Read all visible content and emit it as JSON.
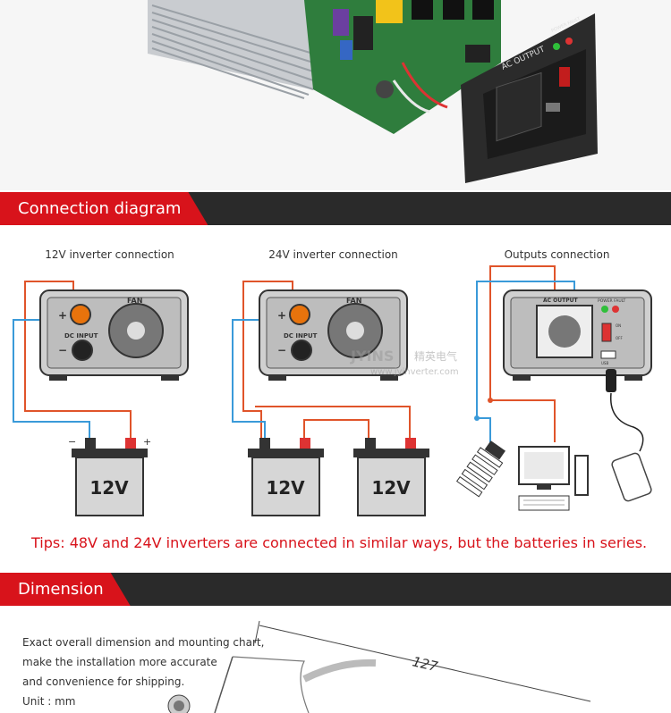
{
  "sections": {
    "connection_title": "Connection diagram",
    "dimension_title": "Dimension"
  },
  "hero": {
    "ac_output_label": "AC OUTPUT",
    "power_fault_label": "POWER FAULT"
  },
  "diagrams": {
    "caption_12v": "12V inverter connection",
    "caption_24v": "24V inverter connection",
    "caption_outputs": "Outputs connection",
    "fan_label": "FAN",
    "dc_input_label": "DC INPUT",
    "ac_output_label": "AC OUTPUT",
    "power_fault_label": "POWER FAULT",
    "on_label": "ON",
    "off_label": "OFF",
    "usb_label": "USB",
    "plus": "+",
    "minus": "−",
    "battery_label": "12V"
  },
  "watermark": {
    "brand": "JYINS",
    "brand_cn": "精英电气",
    "url": "www.jyinverter.com"
  },
  "tips": "Tips: 48V and 24V inverters are connected in similar ways, but the batteries in series.",
  "dimension": {
    "line1": "Exact overall dimension and mounting chart,",
    "line2": "make the installation more accurate",
    "line3": "and convenience for shipping.",
    "line4": "Unit : mm",
    "measure": "127"
  },
  "colors": {
    "accent_red": "#d8131b",
    "banner_dark": "#2a2a2a",
    "wire_red": "#e0542a",
    "wire_blue": "#3a9ad9"
  }
}
